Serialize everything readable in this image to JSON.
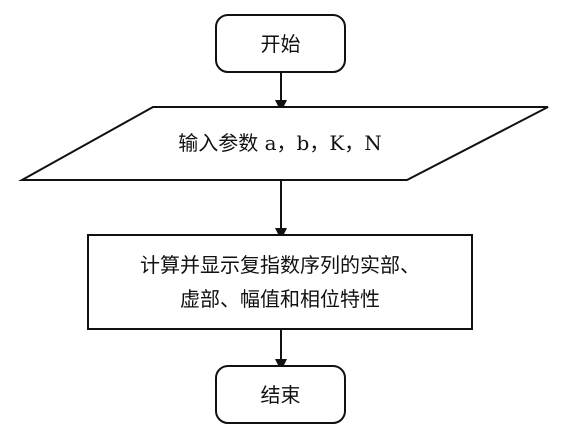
{
  "flowchart": {
    "start_label": "开始",
    "input_label": "输入参数 a，b，K，N",
    "process_line1": "计算并显示复指数序列的实部、",
    "process_line2": "虚部、幅值和相位特性",
    "end_label": "结束"
  },
  "colors": {
    "stroke": "#111111",
    "fill": "#ffffff",
    "text": "#111111"
  }
}
